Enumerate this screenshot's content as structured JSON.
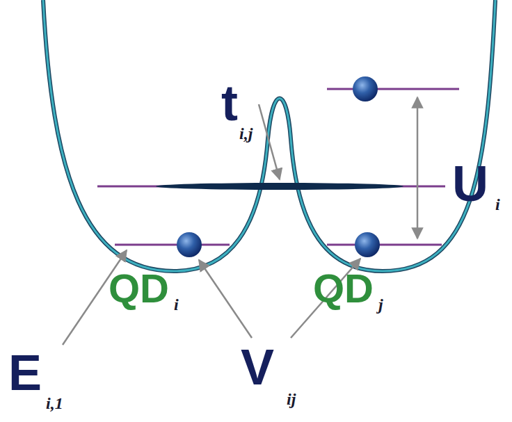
{
  "diagram": {
    "labels": [
      "t",
      "i,j",
      "U",
      "i",
      "E",
      "i,1",
      "QD",
      "i",
      "QD",
      "j",
      "V",
      "ij"
    ]
  }
}
